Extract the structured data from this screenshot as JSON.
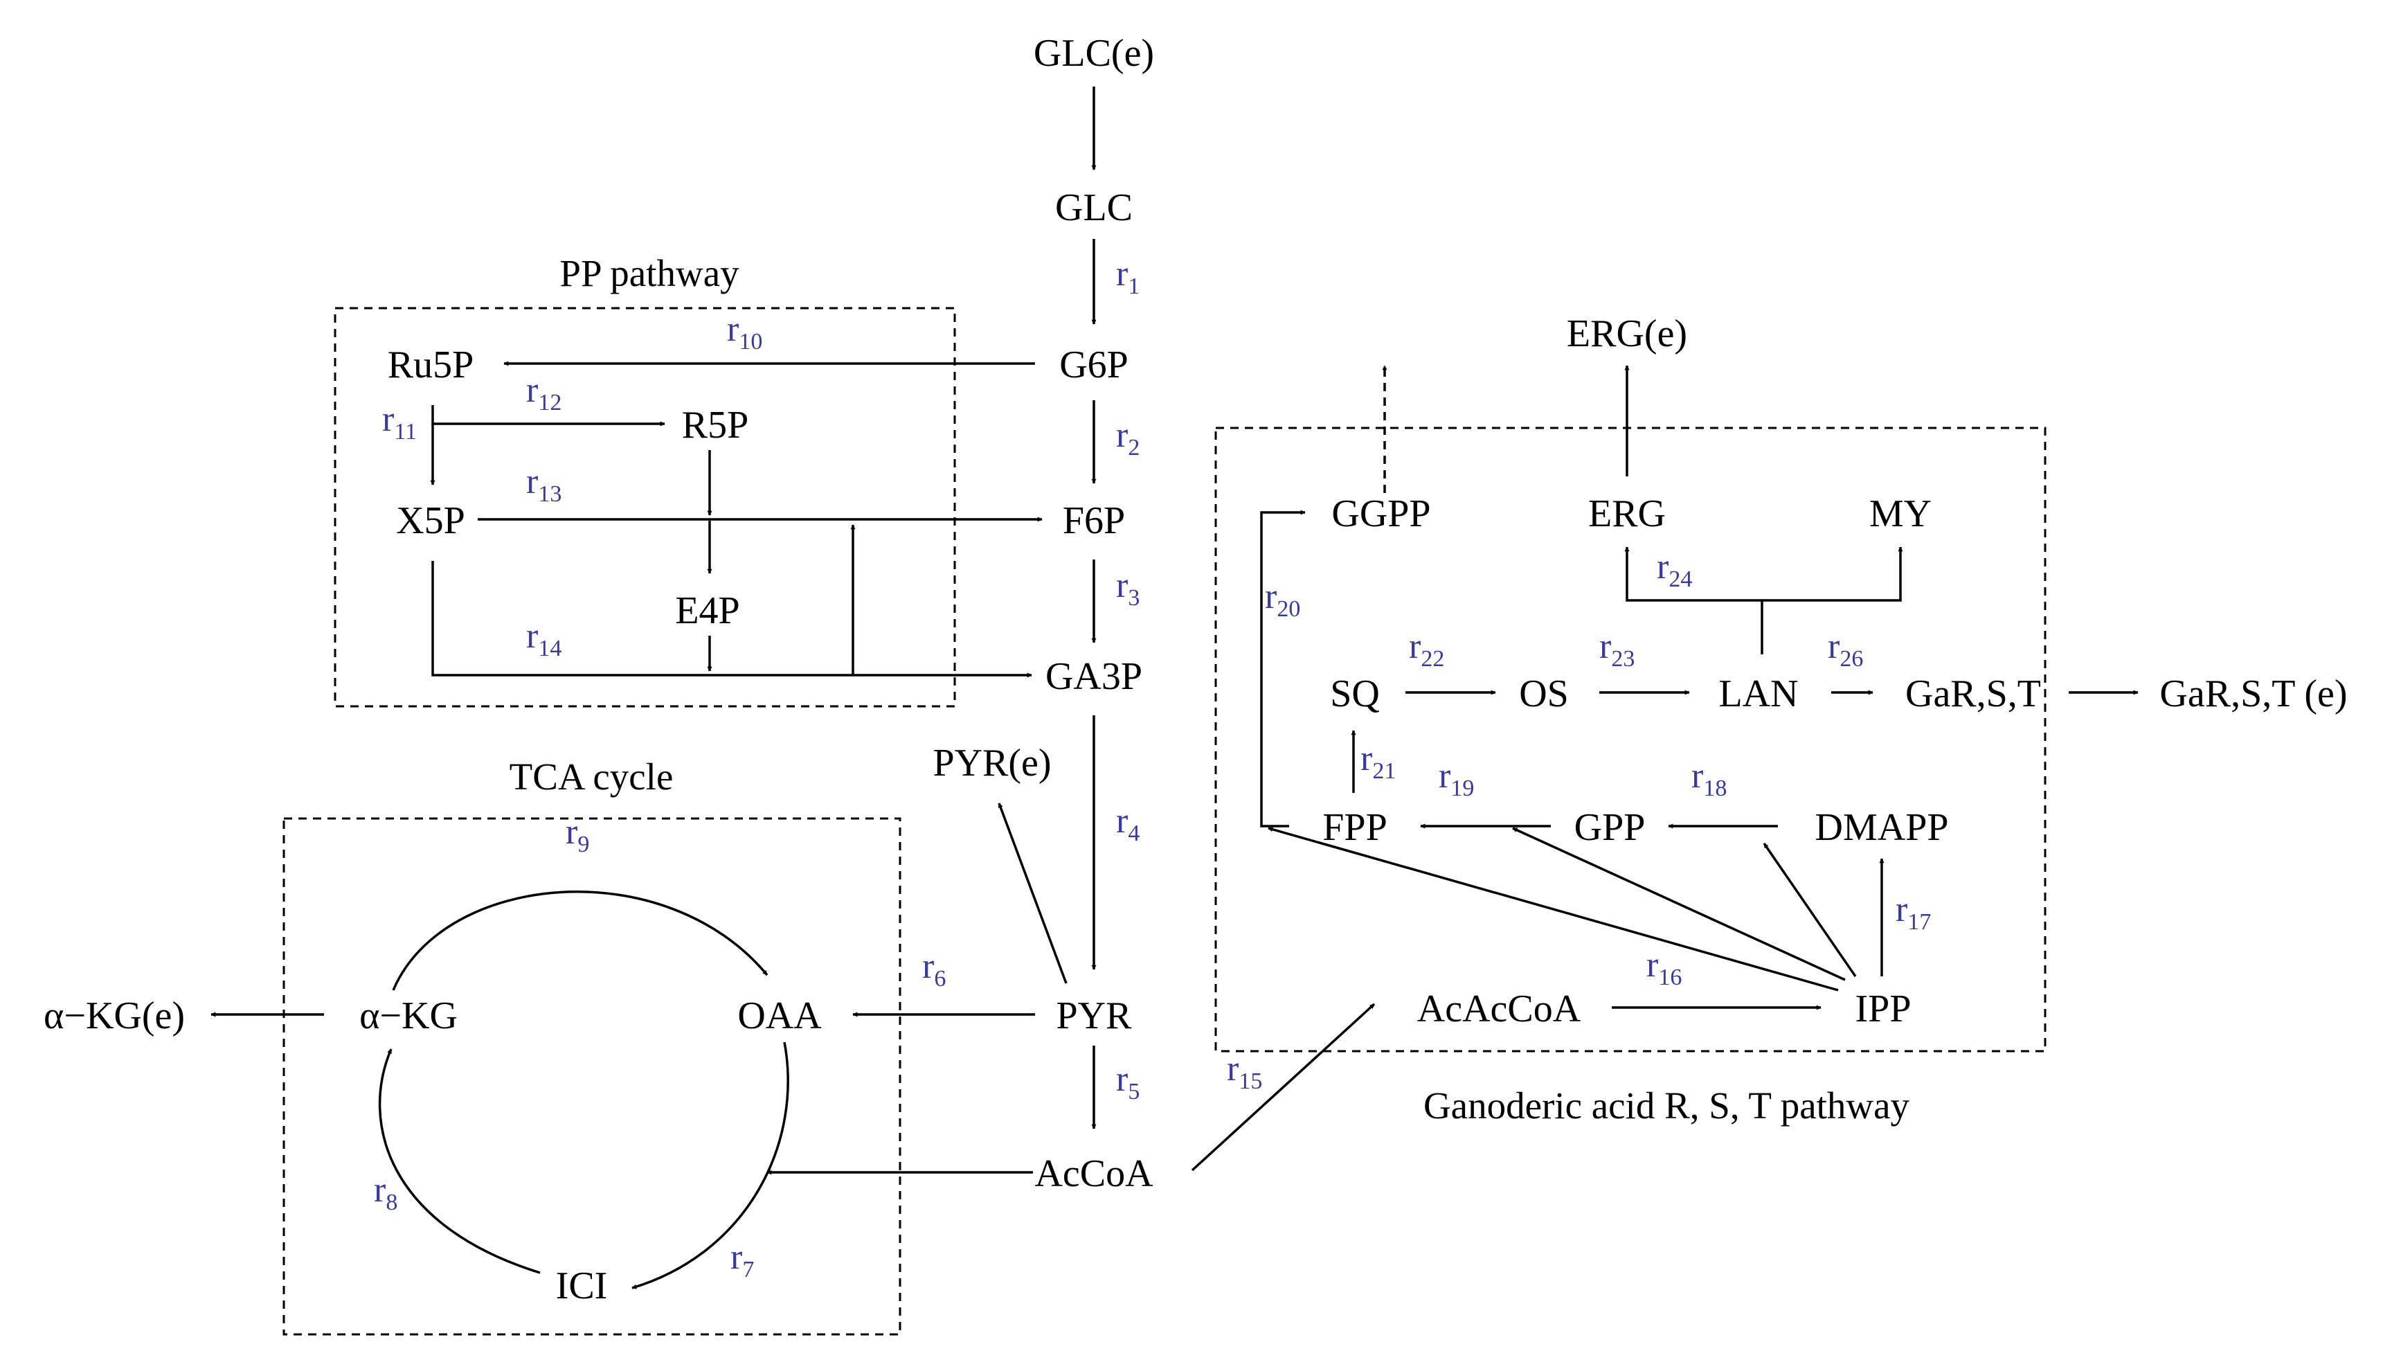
{
  "colors": {
    "reaction_label": "#3a3a9c",
    "line": "#000000",
    "background": "#ffffff"
  },
  "boxes": {
    "pp": {
      "title": "PP pathway"
    },
    "tca": {
      "title": "TCA cycle"
    },
    "ga": {
      "title": "Ganoderic acid R, S, T pathway"
    }
  },
  "metabolites": {
    "glc_e": "GLC(e)",
    "glc": "GLC",
    "g6p": "G6P",
    "f6p": "F6P",
    "ga3p": "GA3P",
    "pyr_e": "PYR(e)",
    "pyr": "PYR",
    "accoa": "AcCoA",
    "ru5p": "Ru5P",
    "r5p": "R5P",
    "x5p": "X5P",
    "e4p": "E4P",
    "akg_e": "α−KG(e)",
    "akg": "α−KG",
    "oaa": "OAA",
    "ici": "ICI",
    "erg_e": "ERG(e)",
    "ggpp": "GGPP",
    "erg": "ERG",
    "my": "MY",
    "sq": "SQ",
    "os": "OS",
    "lan": "LAN",
    "gars": "GaR,S,T",
    "gars_e": "GaR,S,T (e)",
    "fpp": "FPP",
    "gpp": "GPP",
    "dmapp": "DMAPP",
    "acaccoa": "AcAcCoA",
    "ipp": "IPP"
  },
  "reactions": {
    "r1": {
      "base": "r",
      "sub": "1"
    },
    "r2": {
      "base": "r",
      "sub": "2"
    },
    "r3": {
      "base": "r",
      "sub": "3"
    },
    "r4": {
      "base": "r",
      "sub": "4"
    },
    "r5": {
      "base": "r",
      "sub": "5"
    },
    "r6": {
      "base": "r",
      "sub": "6"
    },
    "r7": {
      "base": "r",
      "sub": "7"
    },
    "r8": {
      "base": "r",
      "sub": "8"
    },
    "r9": {
      "base": "r",
      "sub": "9"
    },
    "r10": {
      "base": "r",
      "sub": "10"
    },
    "r11": {
      "base": "r",
      "sub": "11"
    },
    "r12": {
      "base": "r",
      "sub": "12"
    },
    "r13": {
      "base": "r",
      "sub": "13"
    },
    "r14": {
      "base": "r",
      "sub": "14"
    },
    "r15": {
      "base": "r",
      "sub": "15"
    },
    "r16": {
      "base": "r",
      "sub": "16"
    },
    "r17": {
      "base": "r",
      "sub": "17"
    },
    "r18": {
      "base": "r",
      "sub": "18"
    },
    "r19": {
      "base": "r",
      "sub": "19"
    },
    "r20": {
      "base": "r",
      "sub": "20"
    },
    "r21": {
      "base": "r",
      "sub": "21"
    },
    "r22": {
      "base": "r",
      "sub": "22"
    },
    "r23": {
      "base": "r",
      "sub": "23"
    },
    "r24": {
      "base": "r",
      "sub": "24"
    },
    "r26": {
      "base": "r",
      "sub": "26"
    }
  }
}
